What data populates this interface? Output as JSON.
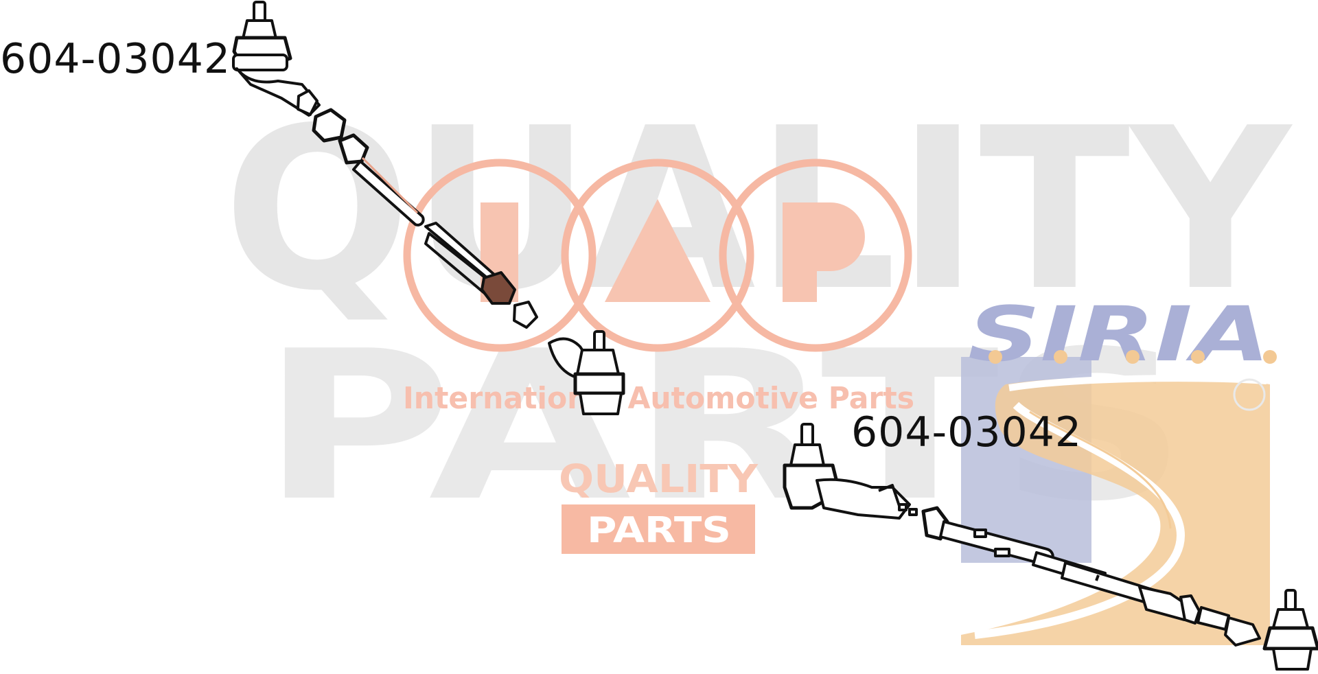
{
  "part_labels": [
    "604-03042",
    "604-03042"
  ],
  "watermark": {
    "line1": "QUALITY",
    "line2": "PARTS",
    "tagline": "International Automotive Parts",
    "badge_line1": "QUALITY",
    "badge_line2": "PARTS",
    "logo_letters": [
      "I",
      "A",
      "P"
    ],
    "siria_logo": "SIRIA",
    "brand_color": "#f29474",
    "watermark_gray": "#e4e4e4",
    "siria_blue": "#b6bbda",
    "siria_orange": "#f3c994"
  },
  "icons": [
    "tie-rod-assembly-icon",
    "ball-joint-icon"
  ]
}
